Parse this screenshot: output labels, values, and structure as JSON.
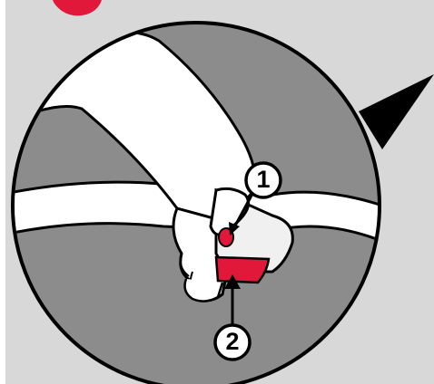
{
  "callouts": [
    {
      "label": "1",
      "target": "red-indicator-dot"
    },
    {
      "label": "2",
      "target": "red-release-button"
    }
  ],
  "icons": [
    "top-left-step-badge",
    "speech-pointer-wedge",
    "hand",
    "strap",
    "clip-device"
  ],
  "colors": {
    "panel": "#d8d8d8",
    "magnified_circle": "#8c8c8c",
    "outline": "#000000",
    "skin_and_strap": "#ffffff",
    "device_body": "#f0f0f0",
    "accent_red": "#e2183b"
  }
}
